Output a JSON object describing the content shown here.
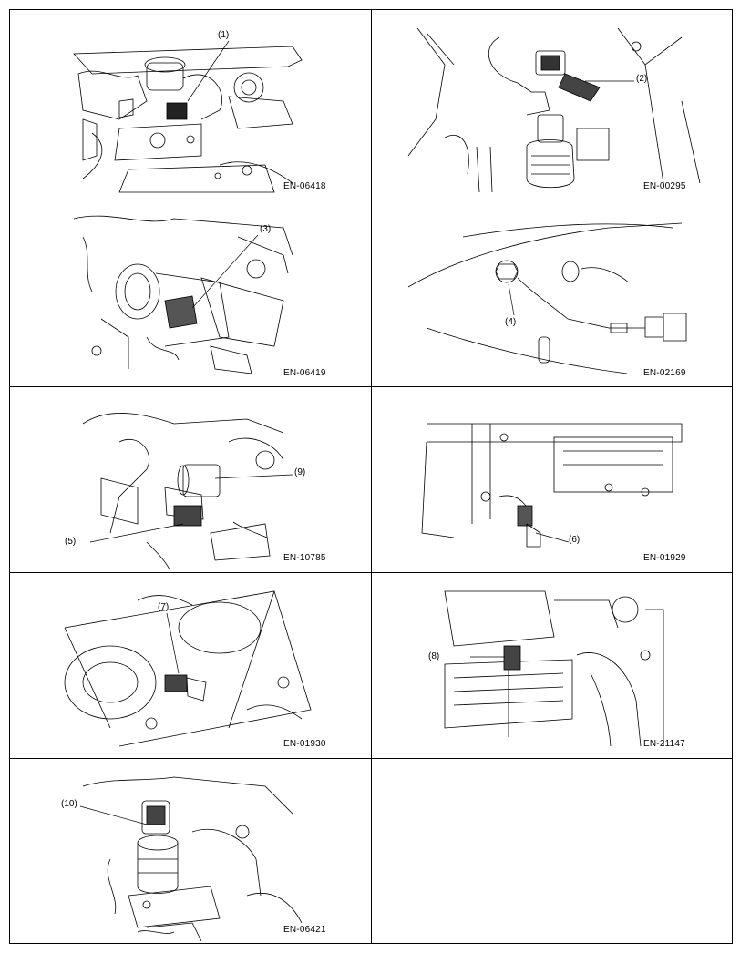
{
  "figures": [
    {
      "code": "EN-06418",
      "callouts": [
        "(1)"
      ]
    },
    {
      "code": "EN-00295",
      "callouts": [
        "(2)"
      ]
    },
    {
      "code": "EN-06419",
      "callouts": [
        "(3)"
      ]
    },
    {
      "code": "EN-02169",
      "callouts": [
        "(4)"
      ]
    },
    {
      "code": "EN-10785",
      "callouts": [
        "(9)",
        "(5)"
      ]
    },
    {
      "code": "EN-01929",
      "callouts": [
        "(6)"
      ]
    },
    {
      "code": "EN-01930",
      "callouts": [
        "(7)"
      ]
    },
    {
      "code": "EN-21147",
      "callouts": [
        "(8)"
      ]
    },
    {
      "code": "EN-06421",
      "callouts": [
        "(10)"
      ]
    }
  ]
}
